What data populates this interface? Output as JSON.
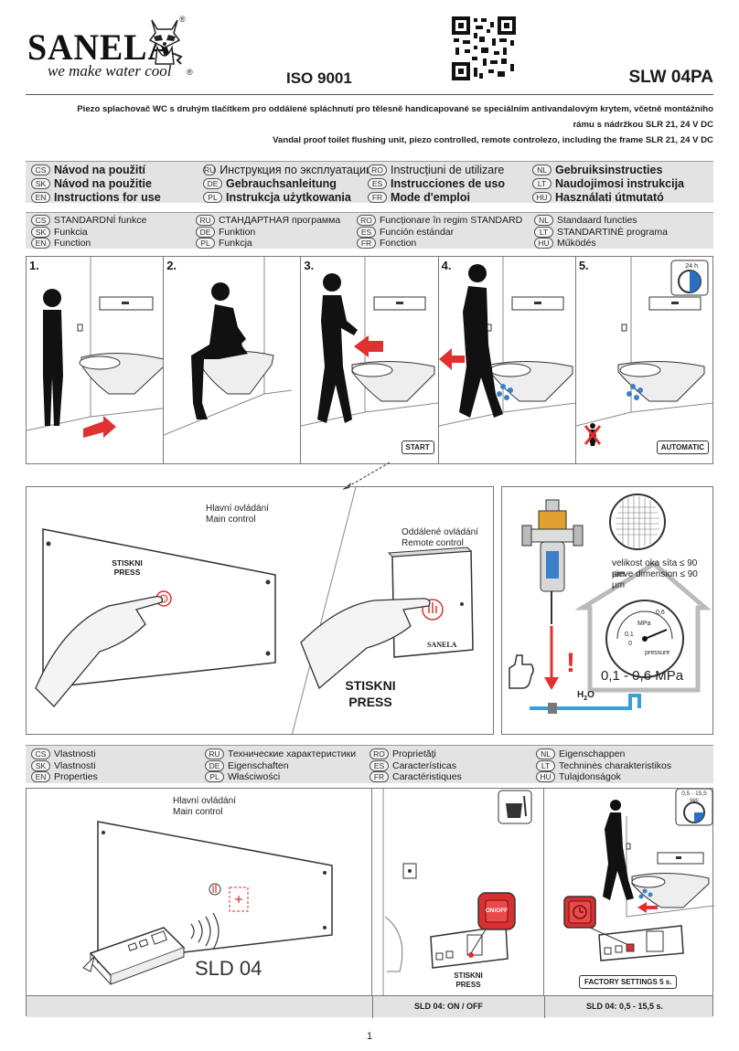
{
  "brand": {
    "name": "SANELA",
    "tagline": "we make water cool",
    "registered_mark": "®"
  },
  "header": {
    "iso": "ISO 9001",
    "model": "SLW 04PA",
    "description_cz_line1": "Piezo splachovač WC s druhým tlačítkem pro oddálené spláchnutí pro tělesně handicapované se speciálním antivandalovým krytem, včetně montážního",
    "description_cz_line2": "rámu s nádržkou SLR 21, 24 V DC",
    "description_en": "Vandal proof toilet flushing unit, piezo controlled, remote controlezo, including the frame SLR 21, 24 V DC"
  },
  "instructions": [
    {
      "code": "CS",
      "text": "Návod na použití"
    },
    {
      "code": "RU",
      "text": "Инструкция по эксплуатации"
    },
    {
      "code": "RO",
      "text": "Instrucțiuni de utilizare"
    },
    {
      "code": "NL",
      "text": "Gebruiksinstructies"
    },
    {
      "code": "SK",
      "text": "Návod na použitie"
    },
    {
      "code": "DE",
      "text": "Gebrauchsanleitung"
    },
    {
      "code": "ES",
      "text": "Instrucciones de uso"
    },
    {
      "code": "LT",
      "text": "Naudojimosi instrukcija"
    },
    {
      "code": "EN",
      "text": "Instructions for use"
    },
    {
      "code": "PL",
      "text": "Instrukcja użytkowania"
    },
    {
      "code": "FR",
      "text": "Mode d'emploi"
    },
    {
      "code": "HU",
      "text": "Használati útmutató"
    }
  ],
  "functions": [
    {
      "code": "CS",
      "text": "STANDARDNÍ funkce"
    },
    {
      "code": "RU",
      "text": "СТАНДАРТНАЯ программа"
    },
    {
      "code": "RO",
      "text": "Funcționare în regim STANDARD"
    },
    {
      "code": "NL",
      "text": "Standaard functies"
    },
    {
      "code": "SK",
      "text": "Funkcia"
    },
    {
      "code": "DE",
      "text": "Funktion"
    },
    {
      "code": "ES",
      "text": "Función estándar"
    },
    {
      "code": "LT",
      "text": "STANDARTINĖ programa"
    },
    {
      "code": "EN",
      "text": "Function"
    },
    {
      "code": "PL",
      "text": "Funkcja"
    },
    {
      "code": "FR",
      "text": "Fonction"
    },
    {
      "code": "HU",
      "text": "Működés"
    }
  ],
  "steps": [
    {
      "num": "1."
    },
    {
      "num": "2."
    },
    {
      "num": "3.",
      "badge": "START"
    },
    {
      "num": "4."
    },
    {
      "num": "5.",
      "badge": "AUTOMATIC",
      "timer": "24 h"
    }
  ],
  "controls": {
    "main_cz": "Hlavní ovládání",
    "main_en": "Main control",
    "remote_cz": "Oddálené ovládání",
    "remote_en": "Remote control",
    "press_small_cz": "STISKNI",
    "press_small_en": "PRESS",
    "press_big_cz": "STISKNI",
    "press_big_en": "PRESS",
    "remote_brand": "SANELA"
  },
  "water": {
    "sieve_cz": "velikost oka síta ≤ 90 µm",
    "sieve_en": "sieve dimension ≤ 90 µm",
    "pressure": "0,1 - 0,6 MPa",
    "gauge_unit": "MPa",
    "gauge_label": "pressure",
    "gauge_hi": "0,6",
    "gauge_lo": "0,1",
    "gauge_zero": "0",
    "h2o": "H",
    "h2o_sub": "2",
    "h2o_o": "O",
    "warn": "!"
  },
  "properties": [
    {
      "code": "CS",
      "text": "Vlastnosti"
    },
    {
      "code": "RU",
      "text": "Технические характеристики"
    },
    {
      "code": "RO",
      "text": "Proprietăţi"
    },
    {
      "code": "NL",
      "text": "Eigenschappen"
    },
    {
      "code": "SK",
      "text": "Vlastnosti"
    },
    {
      "code": "DE",
      "text": "Eigenschaften"
    },
    {
      "code": "ES",
      "text": "Características"
    },
    {
      "code": "LT",
      "text": "Techninės charakteristikos"
    },
    {
      "code": "EN",
      "text": "Properties"
    },
    {
      "code": "PL",
      "text": "Właściwości"
    },
    {
      "code": "FR",
      "text": "Caractéristiques"
    },
    {
      "code": "HU",
      "text": "Tulajdonságok"
    }
  ],
  "props_panel": {
    "main_cz": "Hlavní ovládání",
    "main_en": "Main control",
    "sld": "SLD 04",
    "on_off": "ON/OFF",
    "press_cz": "STISKNI",
    "press_en": "PRESS",
    "timer_label": "0,5 - 15,5",
    "timer_unit": "sec",
    "factory": "FACTORY SETTINGS 5 s.",
    "foot_onoff": "SLD 04: ON / OFF",
    "foot_range": "SLD 04: 0,5 - 15,5 s."
  },
  "page": "1"
}
